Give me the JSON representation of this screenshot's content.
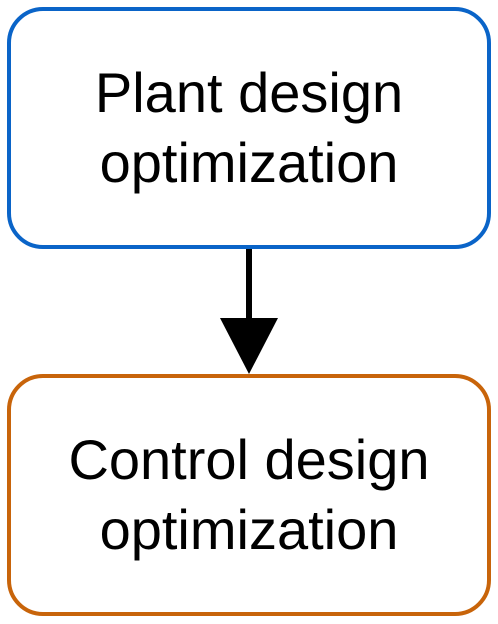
{
  "diagram": {
    "nodes": [
      {
        "id": "plant",
        "lines": [
          "Plant design",
          "optimization"
        ],
        "border_color": "#0a64c8"
      },
      {
        "id": "control",
        "lines": [
          "Control design",
          "optimization"
        ],
        "border_color": "#c8640a"
      }
    ],
    "edges": [
      {
        "from": "plant",
        "to": "control",
        "color": "#000000"
      }
    ]
  }
}
